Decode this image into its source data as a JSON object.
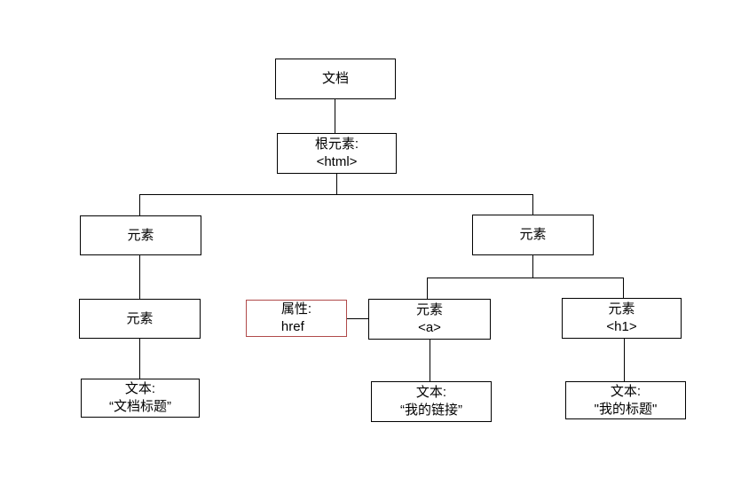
{
  "diagram": {
    "colors": {
      "background": "#ffffff",
      "box_border": "#000000",
      "connector": "#000000",
      "attribute_border": "#b04a4a",
      "text": "#000000"
    },
    "nodes": {
      "document": {
        "label": "文档"
      },
      "root_element": {
        "line1": "根元素:",
        "line2": "<html>"
      },
      "element_left": {
        "label": "元素"
      },
      "element_right": {
        "label": "元素"
      },
      "element_left_child": {
        "label": "元素"
      },
      "attribute_href": {
        "line1": "属性:",
        "line2": "href"
      },
      "element_a": {
        "line1": "元素",
        "line2": "<a>"
      },
      "element_h1": {
        "line1": "元素",
        "line2": "<h1>"
      },
      "text_document_title": {
        "line1": "文本:",
        "line2": "“文档标题”"
      },
      "text_my_link": {
        "line1": "文本:",
        "line2": "“我的链接”"
      },
      "text_my_heading": {
        "line1": "文本:",
        "line2": "\"我的标题\""
      }
    }
  }
}
